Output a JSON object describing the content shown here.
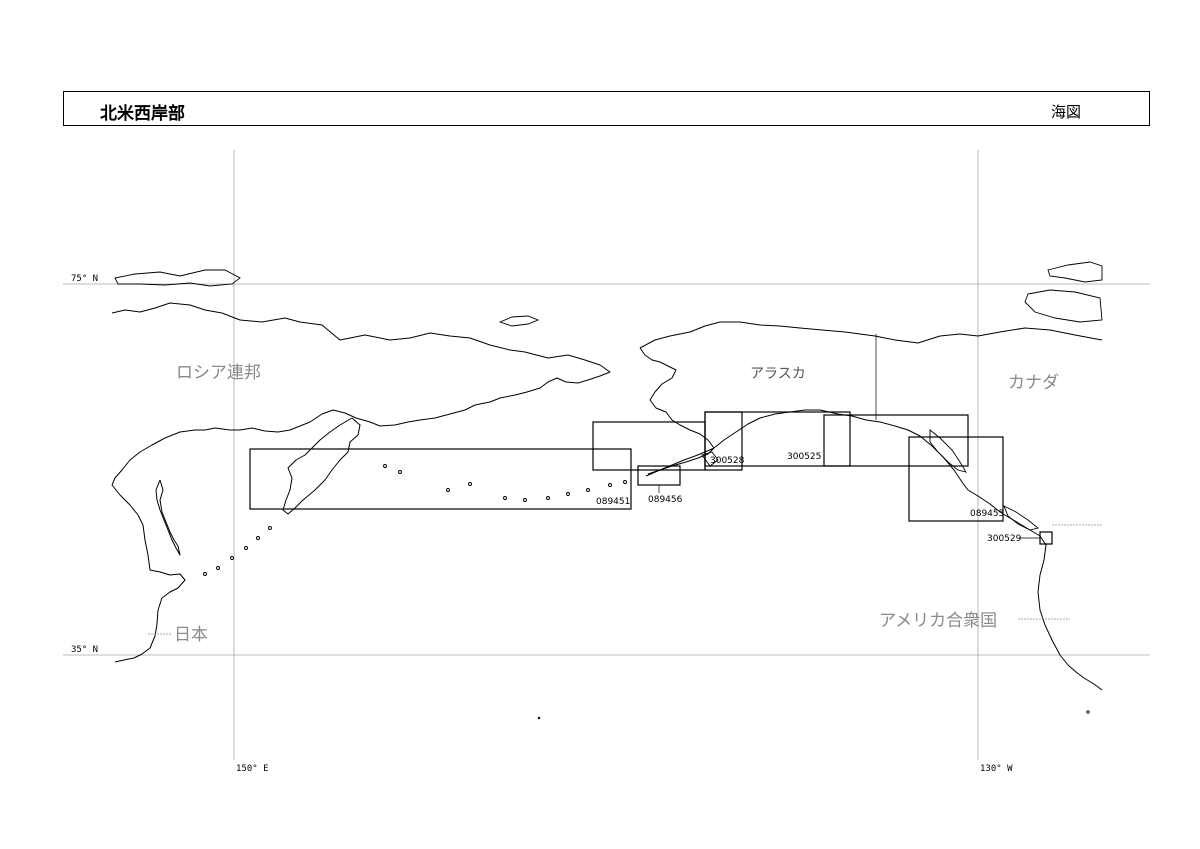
{
  "header": {
    "title": "北米西岸部",
    "map_type": "海図"
  },
  "grid": {
    "lat_labels": [
      "75° N",
      "35° N"
    ],
    "lon_labels": [
      "150° E",
      "130° W"
    ]
  },
  "regions": {
    "russia": "ロシア連邦",
    "alaska": "アラスカ",
    "canada": "カナダ",
    "japan": "日本",
    "usa": "アメリカ合衆国"
  },
  "charts": [
    {
      "id": "089451"
    },
    {
      "id": "089456"
    },
    {
      "id": "300528"
    },
    {
      "id": "300525"
    },
    {
      "id": "089455"
    },
    {
      "id": "300529"
    }
  ]
}
